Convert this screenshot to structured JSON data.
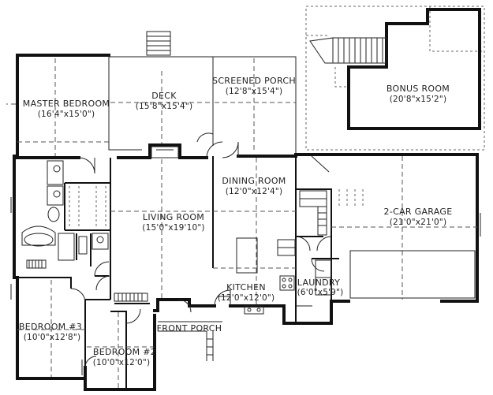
{
  "rooms": {
    "master_bedroom": {
      "name": "MASTER BEDROOM",
      "dims": "(16'4\"x15'0\")"
    },
    "deck": {
      "name": "DECK",
      "dims": "(15'8\"x15'4\")"
    },
    "screened_porch": {
      "name": "SCREENED PORCH",
      "dims": "(12'8\"x15'4\")"
    },
    "bonus_room": {
      "name": "BONUS ROOM",
      "dims": "(20'8\"x15'2\")"
    },
    "dining_room": {
      "name": "DINING ROOM",
      "dims": "(12'0\"x12'4\")"
    },
    "living_room": {
      "name": "LIVING ROOM",
      "dims": "(15'0\"x19'10\")"
    },
    "garage": {
      "name": "2-CAR GARAGE",
      "dims": "(21'0\"x21'0\")"
    },
    "kitchen": {
      "name": "KITCHEN",
      "dims": "(12'0\"x12'0\")"
    },
    "laundry": {
      "name": "LAUNDRY",
      "dims": "(6'0\"x5'9\")"
    },
    "bedroom3": {
      "name": "BEDROOM #3",
      "dims": "(10'0\"x12'8\")"
    },
    "bedroom2": {
      "name": "BEDROOM #2",
      "dims": "(10'0\"x12'0\")"
    },
    "front_porch": {
      "name": "FRONT PORCH"
    }
  }
}
